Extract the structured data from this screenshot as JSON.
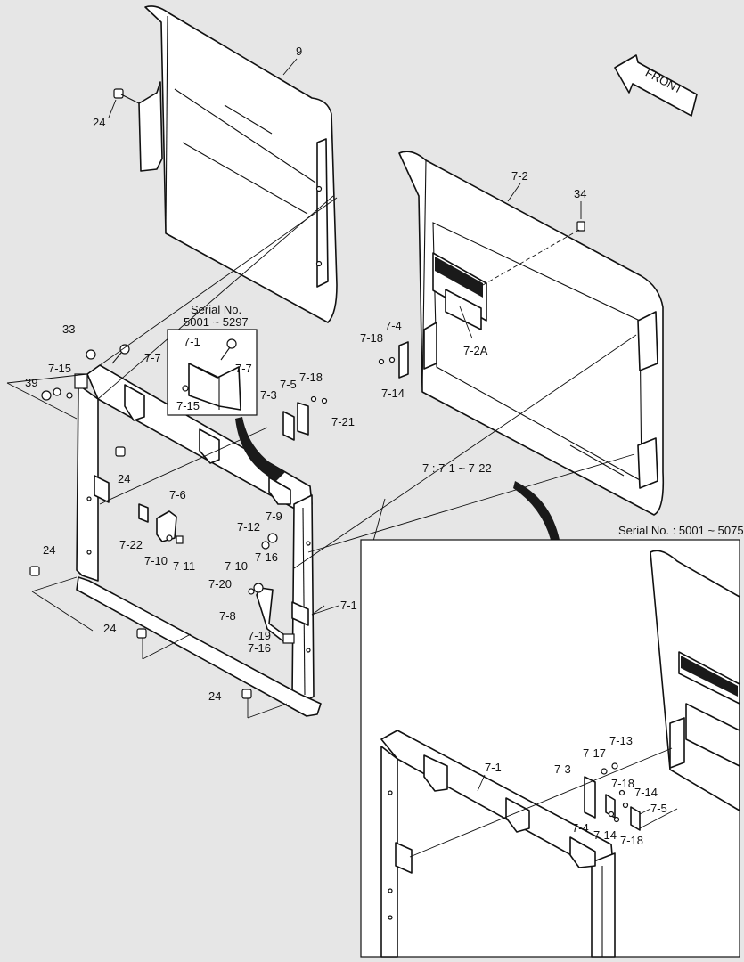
{
  "front_label": "FRONT",
  "serial_inset_1": {
    "title": "Serial No.",
    "range": "5001 ~ 5297"
  },
  "serial_inset_2": {
    "label": "Serial No. : 5001 ~ 5075"
  },
  "group_label": "7 : 7-1 ~ 7-22",
  "callouts": {
    "c9": "9",
    "c24_a": "24",
    "c7_2": "7-2",
    "c34": "34",
    "c7_4": "7-4",
    "c7_18_a": "7-18",
    "c7_14_a": "7-14",
    "c7_2A": "7-2A",
    "c33": "33",
    "c7_7_a": "7-7",
    "c7_15_a": "7-15",
    "c39": "39",
    "c7_1_inset": "7-1",
    "c7_7_b": "7-7",
    "c7_15_b": "7-15",
    "c7_3_a": "7-3",
    "c7_5_a": "7-5",
    "c7_18_b": "7-18",
    "c7_21": "7-21",
    "c24_b": "24",
    "c7_6": "7-6",
    "c7_22": "7-22",
    "c7_10_a": "7-10",
    "c7_11": "7-11",
    "c7_9": "7-9",
    "c7_12": "7-12",
    "c7_16_a": "7-16",
    "c7_10_b": "7-10",
    "c7_20": "7-20",
    "c7_8": "7-8",
    "c7_1_a": "7-1",
    "c24_c": "24",
    "c24_d": "24",
    "c7_19": "7-19",
    "c7_16_b": "7-16",
    "c24_e": "24",
    "c7_13": "7-13",
    "c7_17": "7-17",
    "c7_3_b": "7-3",
    "c7_18_c": "7-18",
    "c7_14_b": "7-14",
    "c7_5_b": "7-5",
    "c7_4_b": "7-4",
    "c7_14_c": "7-14",
    "c7_18_d": "7-18",
    "c7_1_b": "7-1"
  }
}
